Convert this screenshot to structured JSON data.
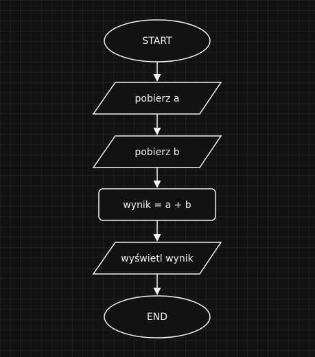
{
  "diagram": {
    "colors": {
      "background": "#121212",
      "stroke": "#f2f2f2",
      "text": "#f2f2f2",
      "grid": "#232323"
    },
    "nodes": [
      {
        "id": "start",
        "shape": "ellipse",
        "label": "START"
      },
      {
        "id": "input-a",
        "shape": "parallelogram",
        "label": "pobierz a"
      },
      {
        "id": "input-b",
        "shape": "parallelogram",
        "label": "pobierz b"
      },
      {
        "id": "compute",
        "shape": "rounded-rect",
        "label": "wynik = a + b"
      },
      {
        "id": "output",
        "shape": "parallelogram",
        "label": "wyświetl wynik"
      },
      {
        "id": "end",
        "shape": "ellipse",
        "label": "END"
      }
    ],
    "edges": [
      {
        "from": "start",
        "to": "input-a"
      },
      {
        "from": "input-a",
        "to": "input-b"
      },
      {
        "from": "input-b",
        "to": "compute"
      },
      {
        "from": "compute",
        "to": "output"
      },
      {
        "from": "output",
        "to": "end"
      }
    ]
  }
}
